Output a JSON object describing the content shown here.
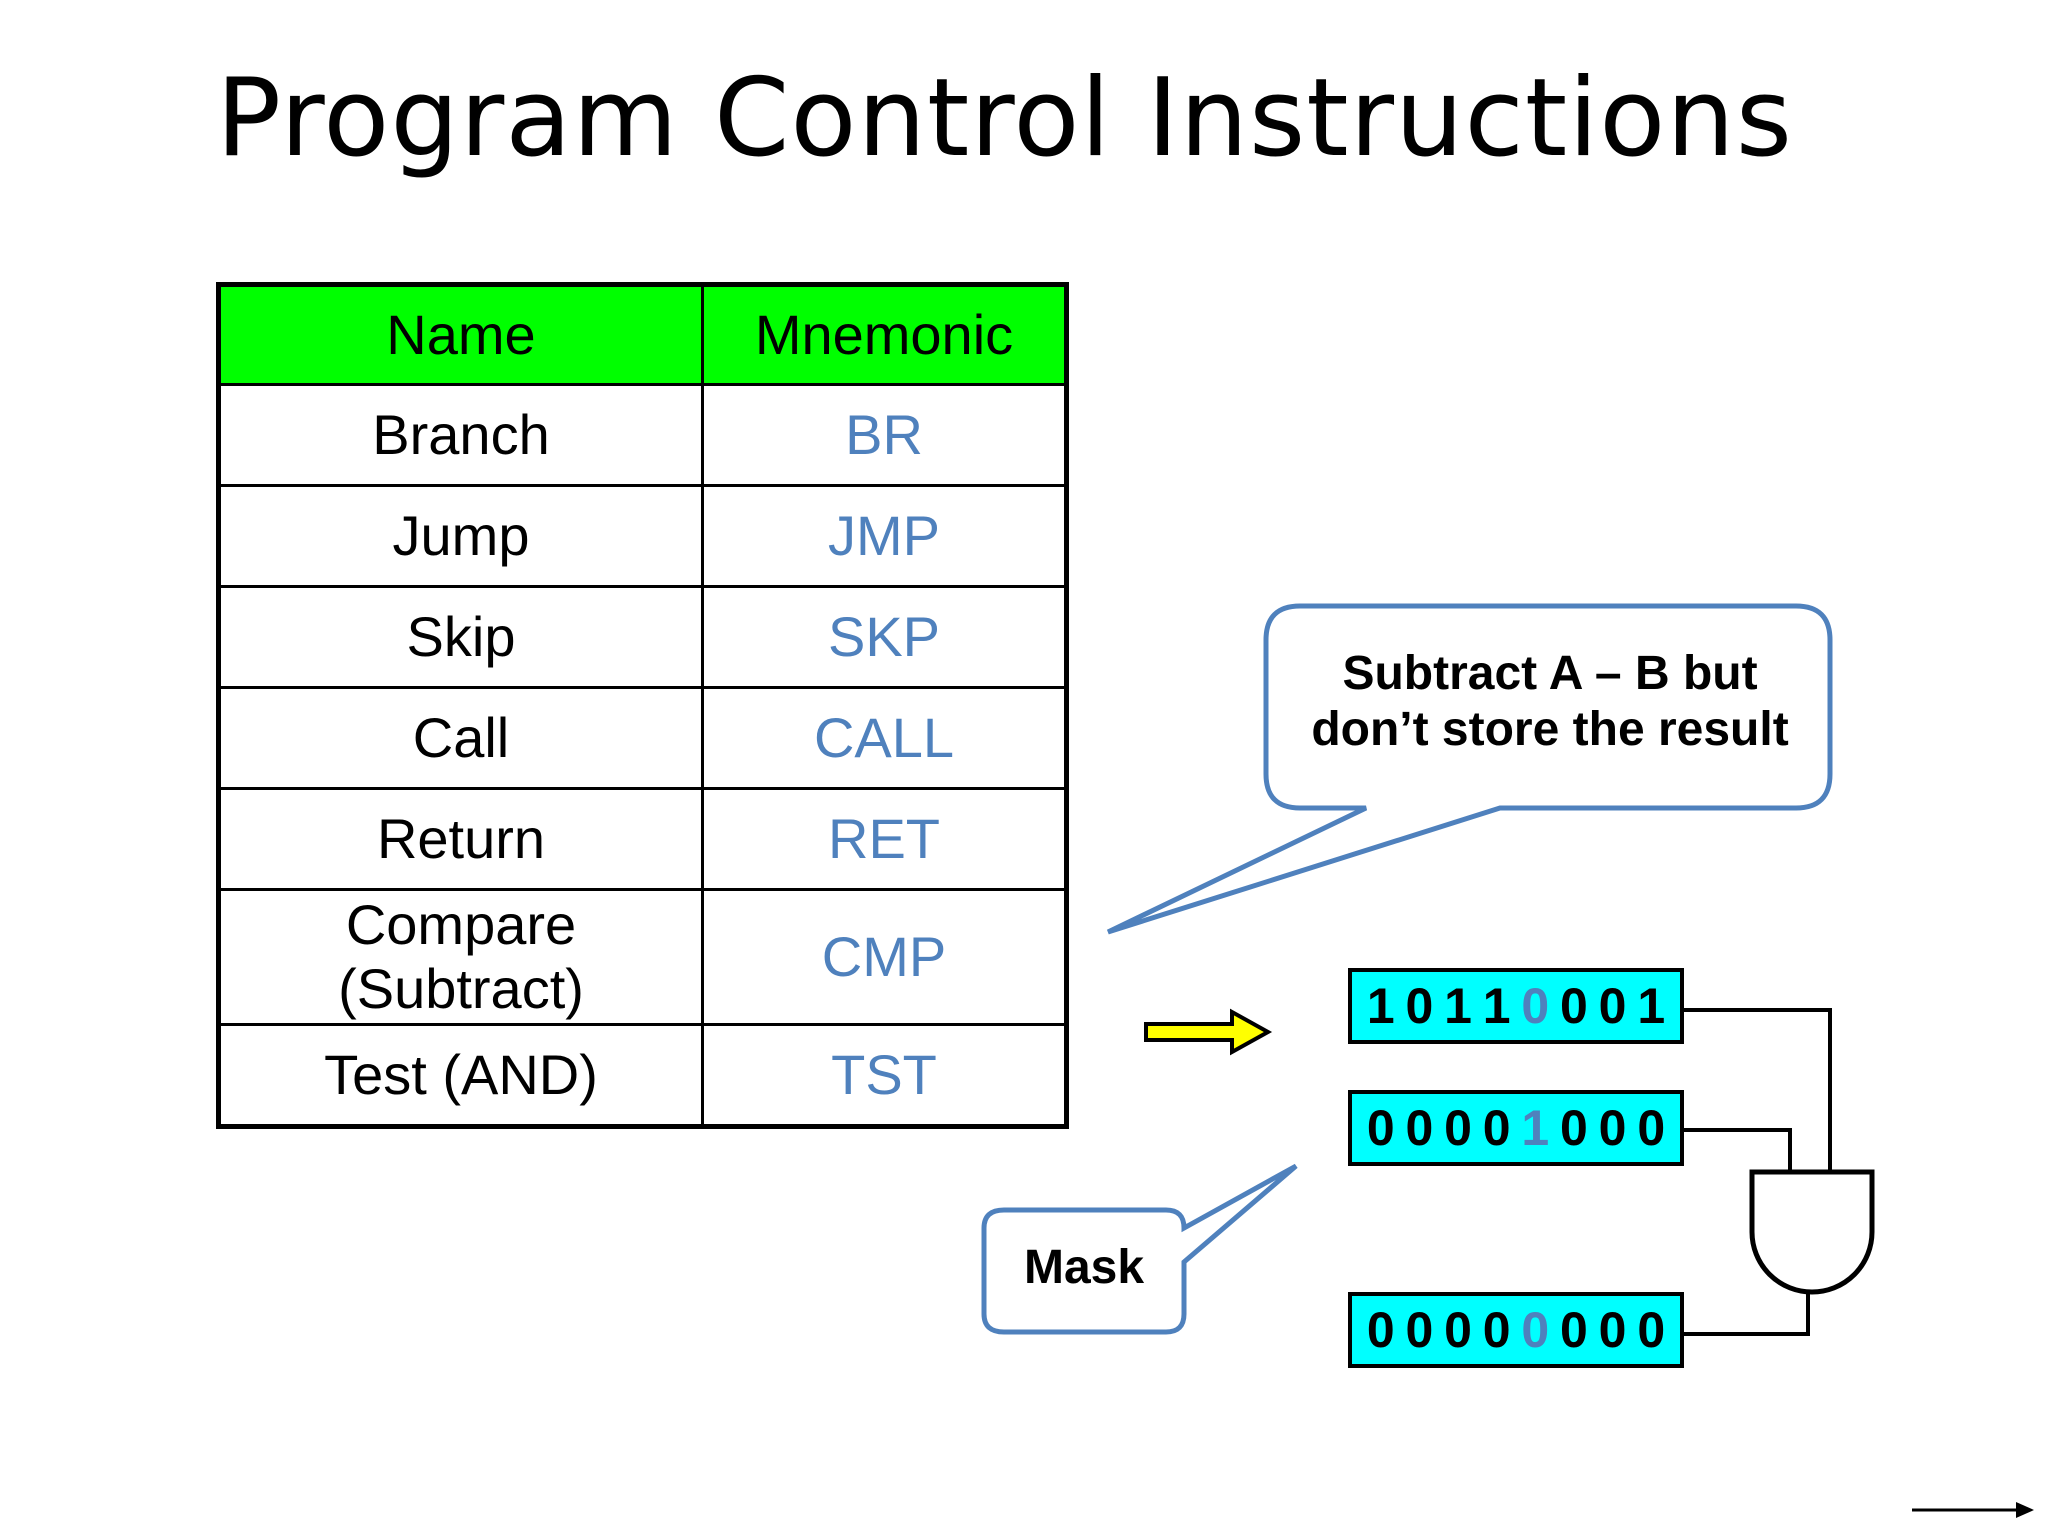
{
  "slide": {
    "title": "Program Control Instructions"
  },
  "table": {
    "headers": {
      "name": "Name",
      "mnemonic": "Mnemonic"
    },
    "rows": [
      {
        "name": "Branch",
        "mnemonic": "BR"
      },
      {
        "name": "Jump",
        "mnemonic": "JMP"
      },
      {
        "name": "Skip",
        "mnemonic": "SKP"
      },
      {
        "name": "Call",
        "mnemonic": "CALL"
      },
      {
        "name": "Return",
        "mnemonic": "RET"
      },
      {
        "name_line1": "Compare",
        "name_line2": "(Subtract)",
        "mnemonic": "CMP"
      },
      {
        "name": "Test (AND)",
        "mnemonic": "TST"
      }
    ]
  },
  "callouts": {
    "compare_line1": "Subtract A – B but",
    "compare_line2": "don’t store the result",
    "mask": "Mask"
  },
  "registers": {
    "operand": [
      "1",
      "0",
      "1",
      "1",
      "0",
      "0",
      "0",
      "1"
    ],
    "mask": [
      "0",
      "0",
      "0",
      "0",
      "1",
      "0",
      "0",
      "0"
    ],
    "result": [
      "0",
      "0",
      "0",
      "0",
      "0",
      "0",
      "0",
      "0"
    ],
    "highlight_bit_index": 4
  },
  "colors": {
    "header_bg": "#00ff00",
    "mnemonic_text": "#4f81bd",
    "register_bg": "#00ffff",
    "callout_border": "#4f81bd",
    "arrow_fill": "#ffff00"
  },
  "icons": {
    "indicator_arrow": "right-arrow-icon",
    "gate": "and-gate-icon",
    "next_slide": "next-arrow-icon"
  }
}
